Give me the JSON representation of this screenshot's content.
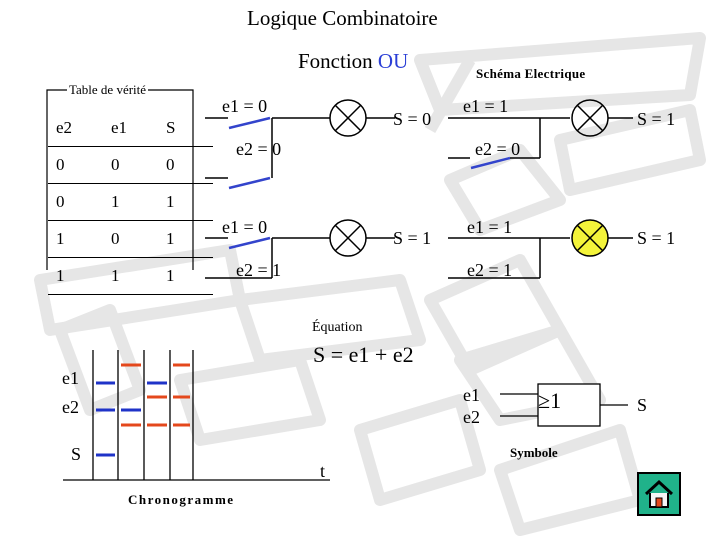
{
  "header": {
    "title": "Logique Combinatoire",
    "function_prefix": "Fonction ",
    "function_name": "OU"
  },
  "truth_table": {
    "title": "Table de vérité",
    "headers": [
      "e2",
      "e1",
      "S"
    ],
    "rows": [
      [
        "0",
        "0",
        "0"
      ],
      [
        "0",
        "1",
        "1"
      ],
      [
        "1",
        "0",
        "1"
      ],
      [
        "1",
        "1",
        "1"
      ]
    ]
  },
  "schema": {
    "title": "Schéma Electrique",
    "circuits": [
      {
        "e1": "e1 = 0",
        "e2": "e2 = 0",
        "s": "S = 0",
        "lamp_on": false
      },
      {
        "e1": "e1 = 1",
        "e2": "e2 = 0",
        "s": "S = 1",
        "lamp_on": false
      },
      {
        "e1": "e1 = 0",
        "e2": "e2 = 1",
        "s": "S = 1",
        "lamp_on": false
      },
      {
        "e1": "e1 = 1",
        "e2": "e2 = 1",
        "s": "S = 1",
        "lamp_on": true
      }
    ]
  },
  "equation": {
    "title": "Équation",
    "formula": "S = e1 + e2"
  },
  "chronogram": {
    "title": "Chronogramme",
    "signals": [
      "e1",
      "e2",
      "S"
    ],
    "time_label": "t",
    "e1": [
      0,
      1,
      0,
      1
    ],
    "e2": [
      0,
      0,
      1,
      1
    ],
    "s": [
      0,
      1,
      1,
      1
    ]
  },
  "symbol": {
    "title": "Symbole",
    "inputs": [
      "e1",
      "e2"
    ],
    "gate_label": "≥1",
    "output": "S"
  },
  "colors": {
    "accent": "#2b3fd6",
    "low_level": "#1f33c8",
    "high_level": "#e4481c",
    "lamp_on": "#f3f33a",
    "home": "#20b28a"
  },
  "nav": {
    "home_icon": "home-icon"
  }
}
